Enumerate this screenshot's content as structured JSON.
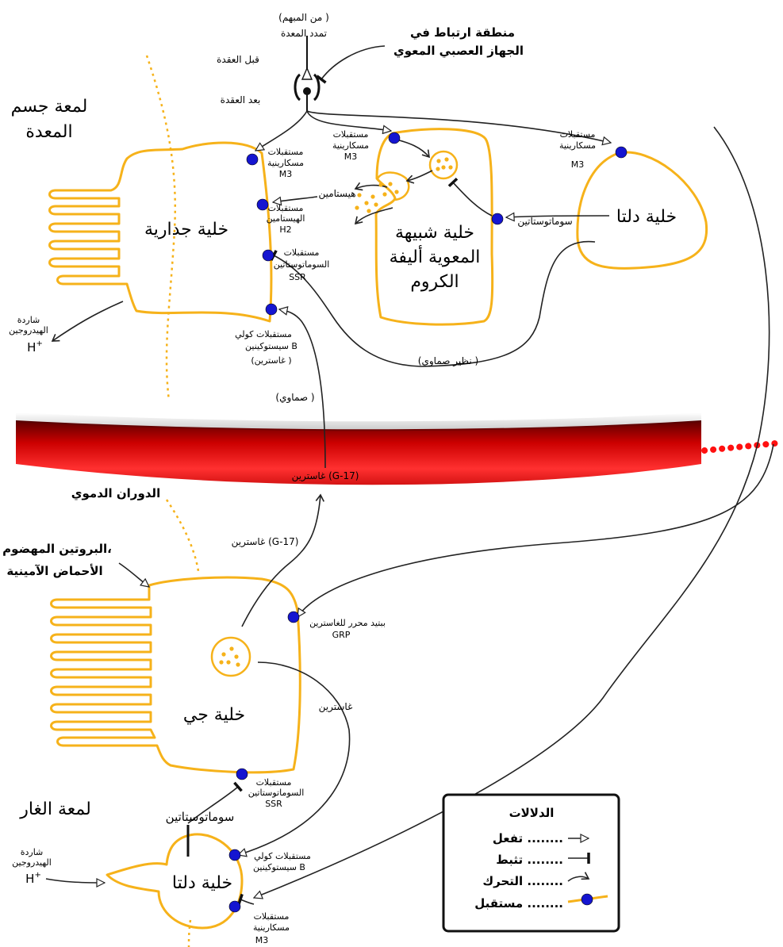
{
  "labels": {
    "gastric_distension": "(من المبهم )",
    "gastric_distension_2": "تمدد المعدة",
    "enteric_1": "منطقة ارتباط في",
    "enteric_2": "الجهاز العصبي المعوي",
    "preganglionic": "قبل العقدة",
    "postganglionic": "بعد العقدة",
    "stomach_body_1": "لمعة جسم",
    "stomach_body_2": "المعدة",
    "parietal_cell": "خلية جدارية",
    "m3_a_1": "مستقبلات",
    "m3_a_2": "مسكارينية",
    "m3_a_3": "M3",
    "h2_1": "مستقبلات",
    "h2_2": "الهيستامين",
    "h2_3": "H2",
    "ssr_a_1": "مستقبلات",
    "ssr_a_2": "السوماتوستاتين",
    "ssr_a_3": "SSR",
    "cck_a_1": "مستقبلات كولي",
    "cck_a_2": "سيستوكينين B",
    "cck_a_3": "(غاسترين )",
    "hydrogen_a_1": "شاردة",
    "hydrogen_a_2": "الهيدروجين",
    "hplus": "H",
    "histamine": "هيستامين",
    "m3_b_1": "مستقبلات",
    "m3_b_2": "مسكارينية",
    "m3_b_3": "M3",
    "ecl_1": "خلية شبيهة",
    "ecl_2": "المعوية أليفة",
    "ecl_3": "الكروم",
    "somatostatin_a": "سوماتوستاتين",
    "delta_cell_a": "خلية دلتا",
    "m3_c_1": "مستقبلات",
    "m3_c_2": "مسكارينية",
    "m3_c_3": "M3",
    "paracrine": "(نظير صماوي )",
    "endocrine": "(صماوي )",
    "gastrin_g17_a": "غاسترين (G-17)",
    "circulation": "الدوران الدموي",
    "gastrin_g17_b": "غاسترين (G-17)",
    "protein_1": "البروتين المهضوم،",
    "protein_2": "الأحماض الآمينية",
    "grp_1": "ببتيد محرر للغاسترين",
    "grp_2": "GRP",
    "gastrin": "غاسترين",
    "g_cell": "خلية جي",
    "ssr_b_1": "مستقبلات",
    "ssr_b_2": "السوماتوستاتين",
    "ssr_b_3": "SSR",
    "antrum": "لمعة الغار",
    "somatostatin_b": "سوماتوستاتين",
    "cck_b_1": "مستقبلات كولي",
    "cck_b_2": "سيستوكينين B",
    "hydrogen_b_1": "شاردة",
    "hydrogen_b_2": "الهيدروجين",
    "delta_cell_b": "خلية دلتا",
    "m3_d_1": "مستقبلات",
    "m3_d_2": "مسكارينية",
    "m3_d_3": "M3"
  },
  "legend": {
    "title": "الدلالات",
    "activation": "تفعل ........",
    "inhibition": "تثبط ........",
    "movement": "التحرك ........",
    "receptor": "مستقبل ........"
  },
  "colors": {
    "cell_membrane": "#f6b21a",
    "receptor": "#1515d0",
    "blood_vessel": "#d41414"
  }
}
